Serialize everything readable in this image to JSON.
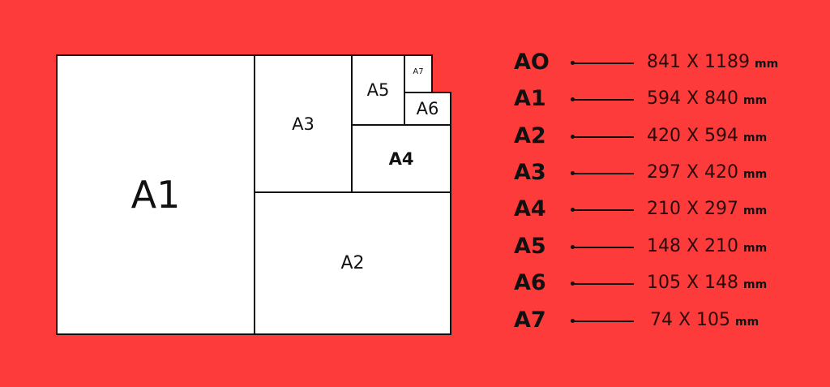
{
  "diagram": {
    "a1": "A1",
    "a2": "A2",
    "a3": "A3",
    "a4": "A4",
    "a5": "A5",
    "a6": "A6",
    "a7": "A7"
  },
  "sizes": [
    {
      "label": "AO",
      "value": "841 X 1189",
      "unit": "mm"
    },
    {
      "label": "A1",
      "value": "594 X 840",
      "unit": "mm"
    },
    {
      "label": "A2",
      "value": "420 X 594",
      "unit": "mm"
    },
    {
      "label": "A3",
      "value": "297 X 420",
      "unit": "mm"
    },
    {
      "label": "A4",
      "value": "210 X 297",
      "unit": "mm"
    },
    {
      "label": "A5",
      "value": "148 X 210",
      "unit": "mm"
    },
    {
      "label": "A6",
      "value": "105 X 148",
      "unit": "mm"
    },
    {
      "label": "A7",
      "value": "74 X 105",
      "unit": "mm"
    }
  ],
  "colors": {
    "background": "#fd3b3b",
    "paper": "#ffffff",
    "ink": "#111111"
  }
}
